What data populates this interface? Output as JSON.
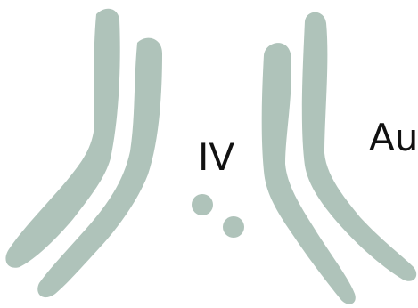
{
  "labels": {
    "chromosome_group": "IV",
    "sex_group": "Au"
  },
  "colors": {
    "chromosome_fill": "#afc3ba",
    "label_text": "#111111",
    "background": "#ffffff"
  },
  "groups": [
    {
      "id": "IV",
      "chromosomes": 2,
      "dot_chromosomes": 2
    },
    {
      "id": "Au",
      "chromosomes": 2
    }
  ]
}
